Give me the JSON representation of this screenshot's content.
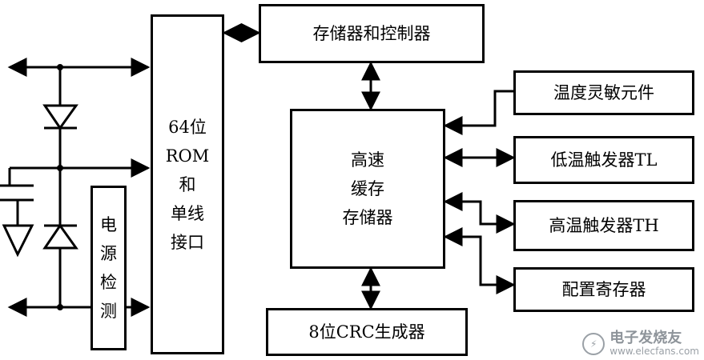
{
  "diagram": {
    "rom_block": {
      "lines": [
        "64位",
        "ROM",
        "和",
        "单线",
        "接口"
      ]
    },
    "power_detect_block": {
      "lines": [
        "电",
        "源",
        "检",
        "测"
      ]
    },
    "memory_controller": "存储器和控制器",
    "cache_block": {
      "lines": [
        "高速",
        "缓存",
        "存储器"
      ]
    },
    "crc_generator": "8位CRC生成器",
    "temperature_sensor": "温度灵敏元件",
    "low_trigger": "低温触发器TL",
    "high_trigger": "高温触发器TH",
    "config_register": "配置寄存器"
  },
  "watermark": {
    "title": "电子发烧友",
    "url": "www.elecfans.com"
  },
  "colors": {
    "line": "#000000",
    "background": "#ffffff",
    "watermark": "#9aa0a6"
  }
}
